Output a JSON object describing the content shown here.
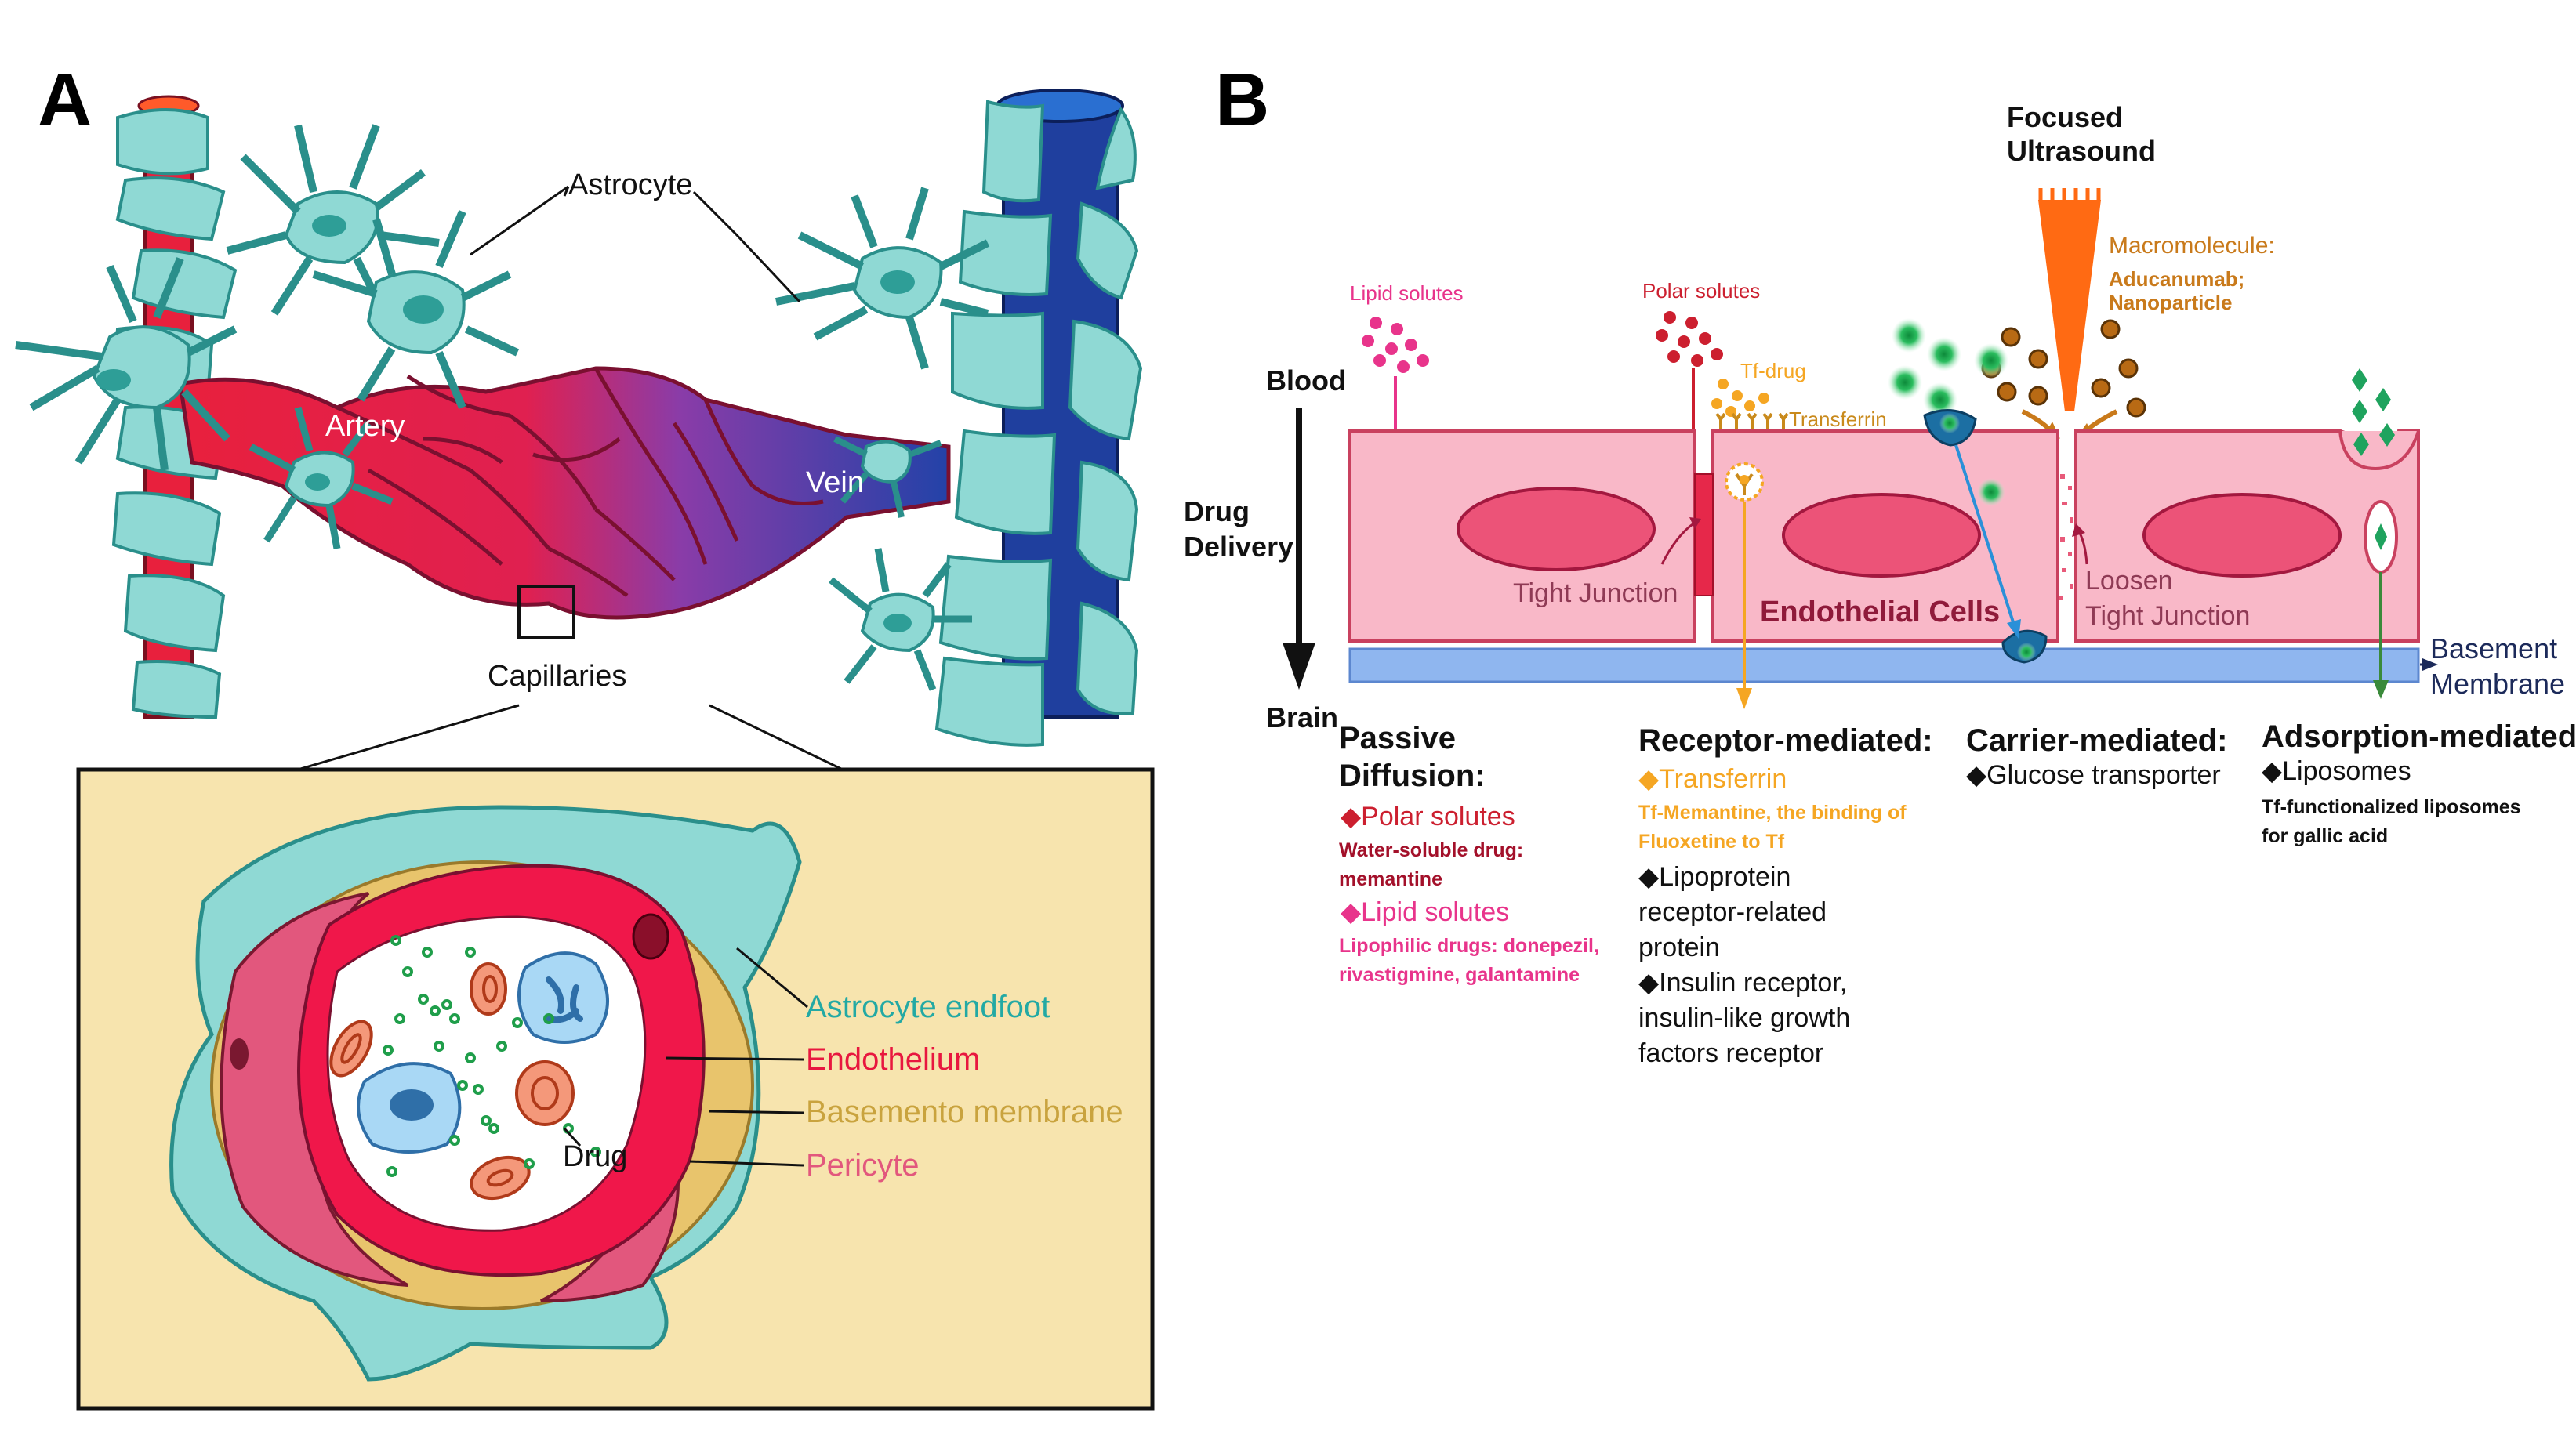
{
  "panel_a": {
    "letter": "A",
    "astrocyte": "Astrocyte",
    "artery": "Artery",
    "vein": "Vein",
    "capillaries": "Capillaries",
    "drug": "Drug",
    "legend": {
      "astrocyte_endfoot": "Astrocyte endfoot",
      "endothelium": "Endothelium",
      "basement": "Basemento membrane",
      "pericyte": "Pericyte"
    },
    "colors": {
      "astro": "#8fd9d4",
      "astro_stroke": "#2a8f8b",
      "artery": "#e8203d",
      "vein": "#1f3f9e",
      "box_bg": "#f7e4ae",
      "endo": "#f0174a",
      "basement": "#e8c46c",
      "pericyte": "#e2577d"
    }
  },
  "panel_b": {
    "letter": "B",
    "focused_ultrasound": [
      "Focused",
      "Ultrasound"
    ],
    "macromolecule": "Macromolecule:",
    "macromolecule_examples": [
      "Aducanumab;",
      "Nanoparticle"
    ],
    "lipid_solutes": "Lipid solutes",
    "polar_solutes": "Polar solutes",
    "tf_drug": "Tf-drug",
    "transferrin_receptor": [
      "Transferrin",
      "receptor"
    ],
    "blood": "Blood",
    "drug_delivery": [
      "Drug",
      "Delivery"
    ],
    "brain": "Brain",
    "tight_junction": "Tight Junction",
    "endothelial_cells": "Endothelial Cells",
    "loosen_tight_junction": [
      "Loosen",
      "Tight Junction"
    ],
    "basement_membrane": [
      "Basement",
      "Membrane"
    ],
    "passive": {
      "title": [
        "Passive",
        "Diffusion:"
      ],
      "polar_head": "◆Polar solutes",
      "polar_detail": [
        "Water-soluble drug:",
        "memantine"
      ],
      "lipid_head": "◆Lipid solutes",
      "lipid_detail": [
        "Lipophilic drugs: donepezil,",
        "rivastigmine, galantamine"
      ]
    },
    "receptor": {
      "title": "Receptor-mediated:",
      "transferrin_head": "◆Transferrin",
      "transferrin_detail": [
        "Tf-Memantine, the binding of",
        "Fluoxetine to Tf"
      ],
      "lipoprotein": [
        "◆Lipoprotein",
        "receptor-related",
        "protein"
      ],
      "insulin": [
        "◆Insulin receptor,",
        "insulin-like growth",
        "factors receptor"
      ]
    },
    "carrier": {
      "title": "Carrier-mediated:",
      "glucose": "◆Glucose transporter"
    },
    "adsorption": {
      "title": "Adsorption-mediated",
      "liposomes": "◆Liposomes",
      "detail": [
        "Tf-functionalized liposomes",
        "for gallic acid"
      ]
    },
    "colors": {
      "cell": "#f9b8c8",
      "cell_stroke": "#c9415f",
      "nucleus": "#ec5378",
      "membrane": "#8fb6ef",
      "polar": "#cc1f2f",
      "lipid": "#e8348b",
      "transferrin": "#f5a623",
      "macro": "#c97a1b",
      "carrier": "#1c6fa3",
      "green": "#1fa35e",
      "ultrasound": "#ff6a13"
    }
  }
}
